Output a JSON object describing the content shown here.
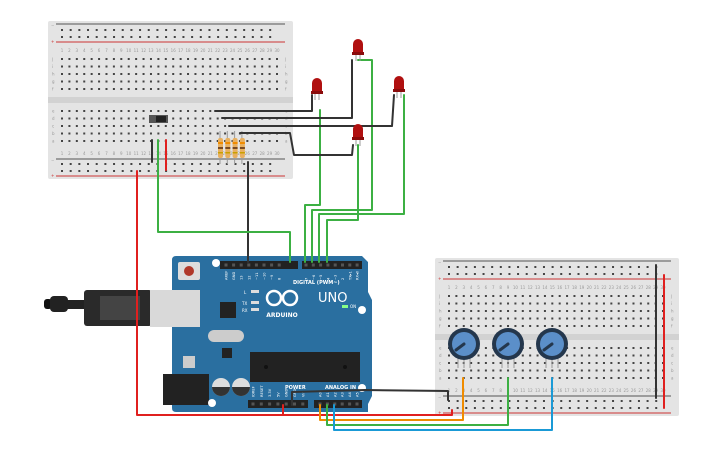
{
  "colors": {
    "board": "#2a6fa0",
    "wire_red": "#e0201f",
    "wire_black": "#333333",
    "wire_green": "#3cb043",
    "wire_orange": "#f08c00",
    "wire_blue": "#1a9ad6",
    "led": "#b01010",
    "pot": "#5b8fc9"
  },
  "breadboard": {
    "columns": [
      "1",
      "2",
      "3",
      "4",
      "5",
      "6",
      "7",
      "8",
      "9",
      "10",
      "11",
      "12",
      "13",
      "14",
      "15",
      "16",
      "17",
      "18",
      "19",
      "20",
      "21",
      "22",
      "23",
      "24",
      "25",
      "26",
      "27",
      "28",
      "29",
      "30"
    ],
    "rows_top": [
      "j",
      "i",
      "h",
      "g",
      "f"
    ],
    "rows_bottom": [
      "e",
      "d",
      "c",
      "b",
      "a"
    ],
    "rail_minus": "−",
    "rail_plus": "+"
  },
  "arduino": {
    "brand": "ARDUINO",
    "model": "UNO",
    "digital_label": "DIGITAL (PWM~)",
    "power_label": "POWER",
    "analog_label": "ANALOG IN",
    "on_label": "ON",
    "led_labels": [
      "L",
      "TX",
      "RX"
    ],
    "digital_pins": [
      "AREF",
      "GND",
      "13",
      "12",
      "~11",
      "~10",
      "~9",
      "8",
      "7",
      "~6",
      "~5",
      "4",
      "~3",
      "2",
      "TX▸1",
      "RX◂0"
    ],
    "power_pins": [
      "IOREF",
      "RESET",
      "3.3V",
      "5V",
      "GND",
      "GND",
      "Vin"
    ],
    "analog_pins": [
      "A0",
      "A1",
      "A2",
      "A3",
      "A4",
      "A5"
    ]
  },
  "components": {
    "leds": 4,
    "resistors": 4,
    "potentiometers": 3,
    "slide_switch": 1
  }
}
